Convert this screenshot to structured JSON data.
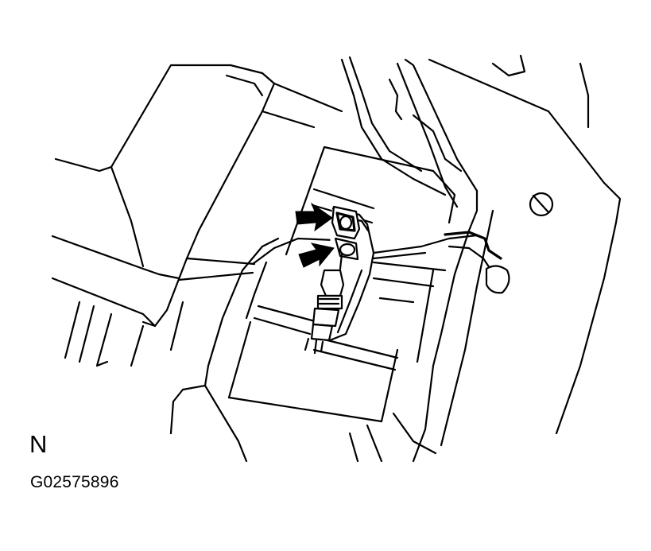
{
  "figure": {
    "orientation_label": "N",
    "figure_code": "G02575896",
    "colors": {
      "line": "#000000",
      "background": "#ffffff"
    },
    "callouts": [
      {
        "icon": "arrow-icon",
        "points_to": "upper-connector"
      },
      {
        "icon": "arrow-icon",
        "points_to": "lower-connector"
      }
    ]
  }
}
